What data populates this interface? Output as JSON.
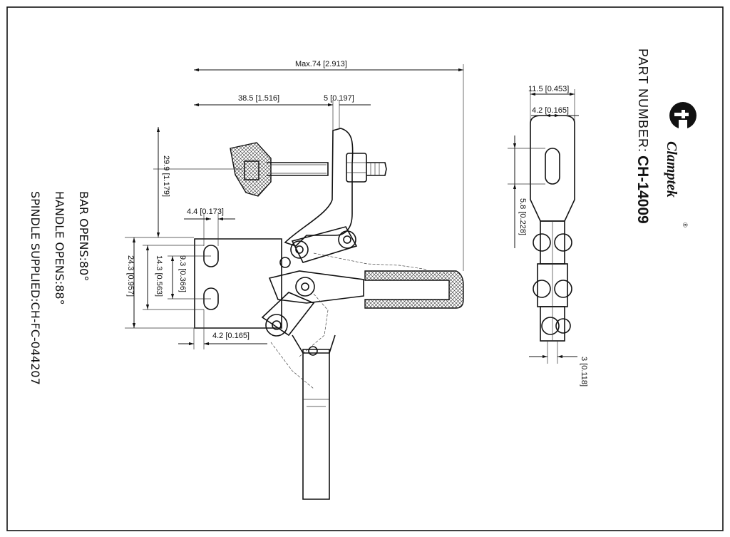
{
  "title_block": {
    "part_number_label": "PART NUMBER:",
    "part_number": "CH-14009",
    "brand": "Clamptek",
    "registered_mark": "®"
  },
  "notes": {
    "bar_opens": "BAR OPENS:80°",
    "handle_opens": "HANDLE OPENS:88°",
    "spindle_supplied": "SPINDLE SUPPLIED:CH-FC-044207"
  },
  "dimensions": {
    "max_length": "Max.74 [2.913]",
    "spindle_reach": "38.5 [1.516]",
    "arm_thickness": "5 [0.197]",
    "spindle_height": "29.9 [1.179]",
    "base_edge_to_hole": "4.4 [0.173]",
    "base_height": "24.3 [0.957]",
    "hole_span": "14.3 [0.563]",
    "hole_pitch": "9.3 [0.366]",
    "base_hole_offset": "4.2 [0.165]",
    "side_width": "11.5 [0.453]",
    "side_slot_width": "4.2 [0.165]",
    "side_slot_length": "5.8 [0.228]",
    "side_bottom_thickness": "3 [0.118]"
  }
}
